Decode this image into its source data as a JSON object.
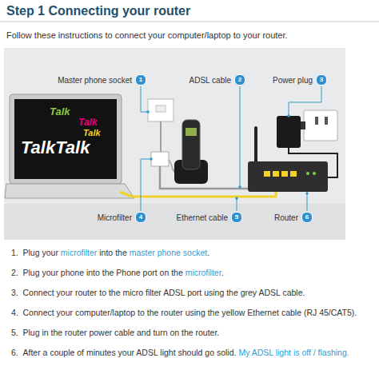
{
  "diagram": {
    "title": "Step 1 Connecting your router",
    "nodes": [
      {
        "text": [
          "Master phone socket",
          "1"
        ]
      },
      {
        "text": [
          "ADSL cable",
          "2"
        ]
      },
      {
        "text": [
          "Power plug",
          "3"
        ]
      },
      {
        "text": [
          "Microfilter",
          "4"
        ]
      },
      {
        "text": [
          "Ethernet cable",
          "5"
        ]
      },
      {
        "text": [
          "Router",
          "6"
        ]
      }
    ],
    "labels": [
      "Follow these instructions to connect your computer/laptop to your router.",
      "Talk",
      "Talk",
      "Talk",
      "TalkTalk",
      "1.",
      "Plug your",
      "microfilter",
      "into the",
      "master phone socket",
      ".",
      "2.",
      "Plug your phone into the Phone port on the",
      "microfilter",
      ".",
      "3.",
      "Connect your router to the micro filter ADSL port using the grey ADSL cable.",
      "4.",
      "Connect your computer/laptop to the router using the yellow Ethernet cable (RJ 45/CAT5).",
      "5.",
      "Plug in the router power cable and turn on the router.",
      "6.",
      "After a couple of minutes your ADSL light should go solid.",
      "My ADSL light is off / flashing."
    ]
  }
}
